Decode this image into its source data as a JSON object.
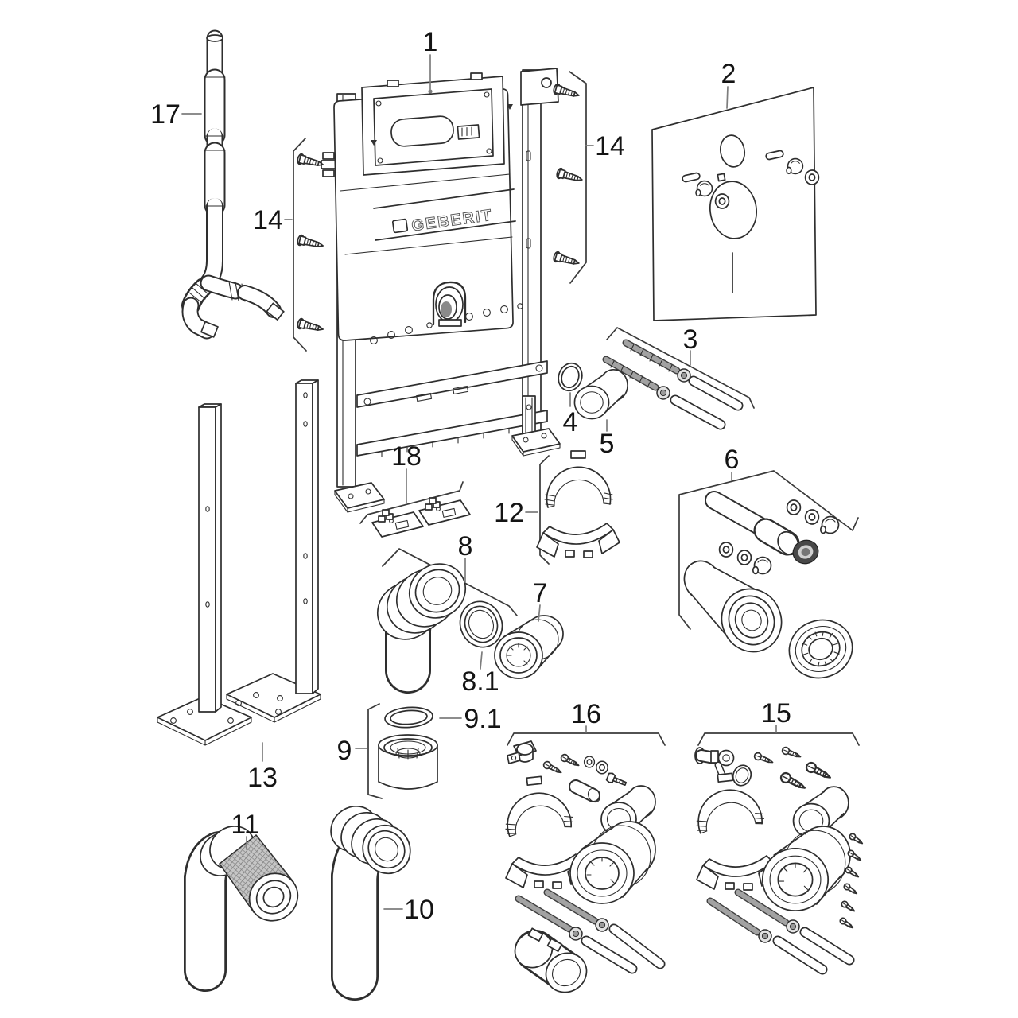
{
  "brand": {
    "logo_text": "GEBERIT"
  },
  "parts": {
    "p1": {
      "label": "1",
      "name": "cistern-frame-with-flush-unit"
    },
    "p2": {
      "label": "2",
      "name": "sound-insulation-mat-set"
    },
    "p3": {
      "label": "3",
      "name": "threaded-rod-set"
    },
    "p4": {
      "label": "4",
      "name": "seal-ring"
    },
    "p5": {
      "label": "5",
      "name": "protective-sleeve"
    },
    "p6": {
      "label": "6",
      "name": "connection-set-with-flanged-sleeve"
    },
    "p7": {
      "label": "7",
      "name": "connector-sleeve"
    },
    "p8": {
      "label": "8",
      "name": "outlet-elbow"
    },
    "p8_1": {
      "label": "8.1",
      "name": "outlet-elbow-seal"
    },
    "p9": {
      "label": "9",
      "name": "inlet-sleeve"
    },
    "p9_1": {
      "label": "9.1",
      "name": "inlet-sleeve-seal"
    },
    "p10": {
      "label": "10",
      "name": "long-outlet-elbow"
    },
    "p11": {
      "label": "11",
      "name": "knurled-outlet-elbow"
    },
    "p12": {
      "label": "12",
      "name": "pipe-clamp-bracket"
    },
    "p13": {
      "label": "13",
      "name": "floor-mounting-posts"
    },
    "p14": {
      "label": "14",
      "name": "fixing-screw-set"
    },
    "p15": {
      "label": "15",
      "name": "connection-accessory-set-right"
    },
    "p16": {
      "label": "16",
      "name": "connection-accessory-set-middle"
    },
    "p17": {
      "label": "17",
      "name": "water-supply-pipe"
    },
    "p18": {
      "label": "18",
      "name": "fastening-plate-set"
    }
  }
}
